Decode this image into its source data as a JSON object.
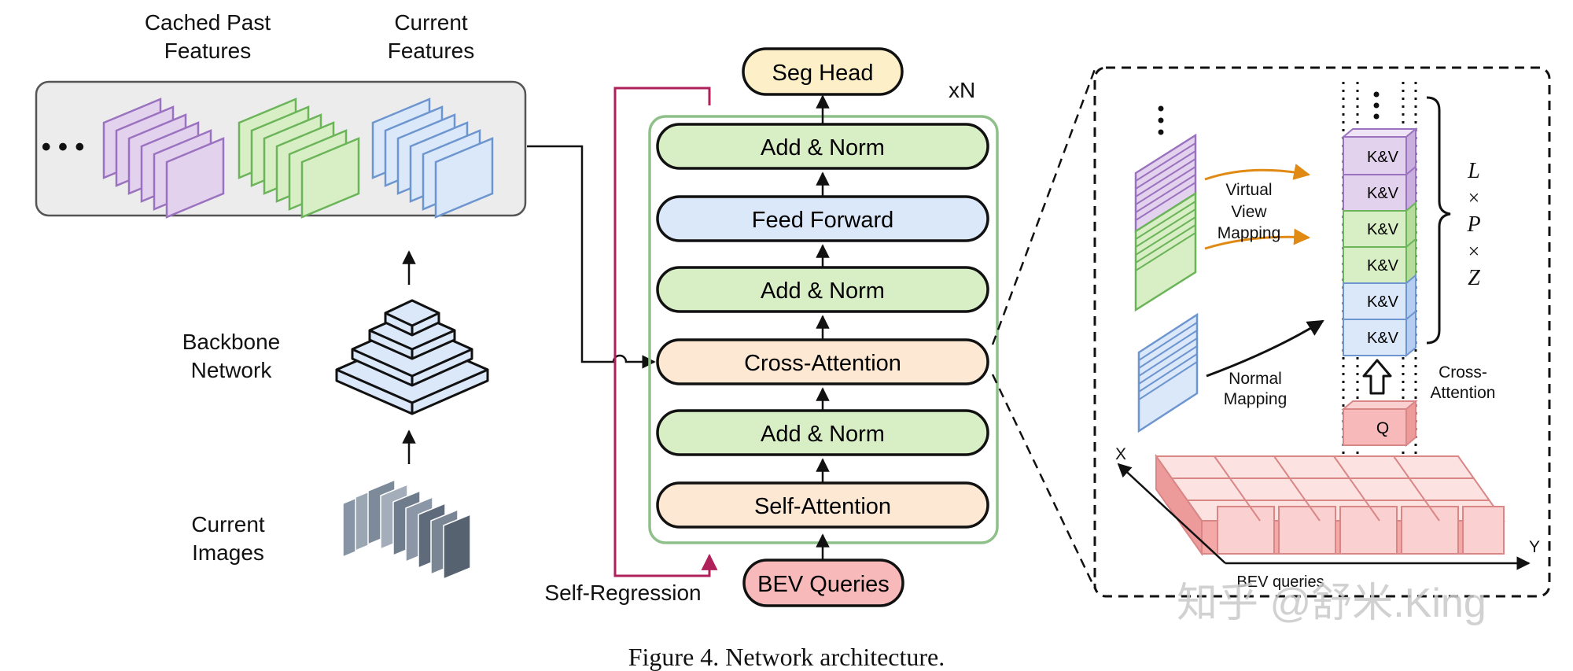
{
  "labels": {
    "cached_past": [
      "Cached Past",
      "Features"
    ],
    "current_features": [
      "Current",
      "Features"
    ],
    "backbone": [
      "Backbone",
      "Network"
    ],
    "current_images": [
      "Current",
      "Images"
    ],
    "seg_head": "Seg Head",
    "xn": "xN",
    "add_norm_top": "Add & Norm",
    "feed_forward": "Feed Forward",
    "add_norm_mid": "Add & Norm",
    "cross_attention": "Cross-Attention",
    "add_norm_bottom": "Add & Norm",
    "self_attention": "Self-Attention",
    "bev_queries": "BEV Queries",
    "self_regression": "Self-Regression",
    "virtual_view_mapping": [
      "Virtual",
      "View",
      "Mapping"
    ],
    "normal_mapping": [
      "Normal",
      "Mapping"
    ],
    "kv": "K&V",
    "q": "Q",
    "cross_attention_side": [
      "Cross-",
      "Attention"
    ],
    "lpz": [
      "L",
      "×",
      "P",
      "×",
      "Z"
    ],
    "axis_x": "X",
    "axis_y": "Y",
    "bev_queries_caption": "BEV queries",
    "ellipsis": "• • •",
    "caption": "Figure 4. Network architecture.",
    "watermark": "知乎 @舒米.King"
  },
  "colors": {
    "purple": "#e3d2ee",
    "purple_stroke": "#9b72bf",
    "green": "#d8efc5",
    "green_stroke": "#6cb45a",
    "blue": "#dbe8fa",
    "blue_stroke": "#6d95cf",
    "peach": "#fde8d4",
    "yellow": "#fdf0c8",
    "pink": "#f7b9b9",
    "pink_stroke": "#d98686",
    "orange_arrow": "#e08a14",
    "crimson": "#b0205a",
    "frame_green": "#8fc08a"
  }
}
